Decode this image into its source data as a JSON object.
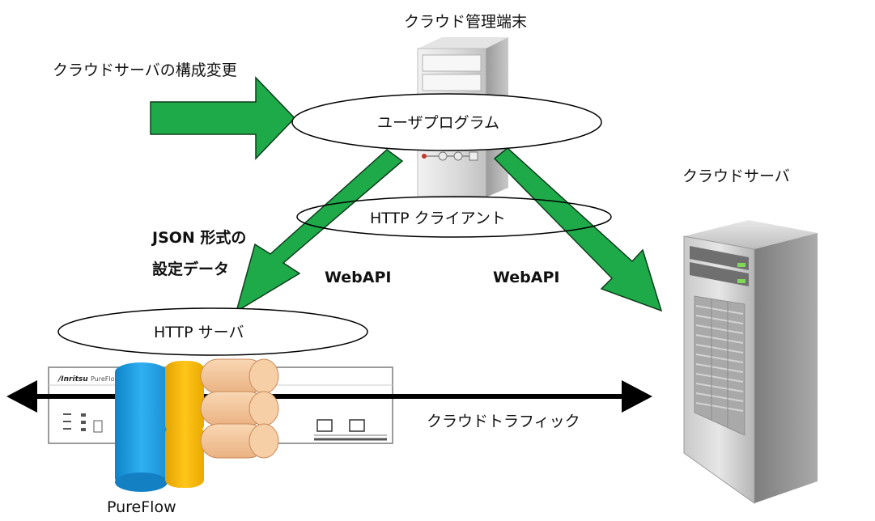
{
  "labels": {
    "cloud_admin_terminal": "クラウド管理端末",
    "config_change": "クラウドサーバの構成変更",
    "user_program": "ユーザプログラム",
    "http_client": "HTTP クライアント",
    "json_line1": "JSON 形式の",
    "json_line2": "設定データ",
    "webapi_left": "WebAPI",
    "webapi_right": "WebAPI",
    "http_server": "HTTP サーバ",
    "cloud_server": "クラウドサーバ",
    "cloud_traffic": "クラウドトラフィック",
    "pureflow": "PureFlow",
    "device_brand": "/Inritsu",
    "device_model": "PureFlow"
  },
  "colors": {
    "arrow_green": "#1faa4a",
    "arrow_outline": "#0d3d1c",
    "pipe_blue": "#1a9be0",
    "pipe_orange": "#f5b800",
    "pipe_peach": "#f4c59a",
    "traffic_black": "#000000"
  },
  "icons": {
    "admin_pc": "tower-pc-icon",
    "server": "server-rack-icon",
    "device": "network-appliance-icon"
  }
}
